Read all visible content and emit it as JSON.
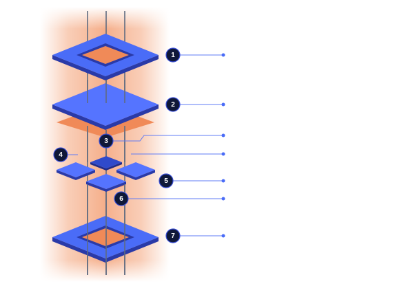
{
  "colors": {
    "accent_blue": "#4a6cf7",
    "blue_dark": "#2a3aa8",
    "blue_top": "#5574ff",
    "orange": "#f08a58",
    "orange_glow": "#f4a57c",
    "badge_fill": "#0f1838",
    "leader_line": "#5f7bf5",
    "rod": "#5f6b80"
  },
  "diagram": {
    "callouts": [
      {
        "label": "1"
      },
      {
        "label": "2"
      },
      {
        "label": "3"
      },
      {
        "label": "4"
      },
      {
        "label": "5"
      },
      {
        "label": "6"
      },
      {
        "label": "7"
      }
    ]
  }
}
